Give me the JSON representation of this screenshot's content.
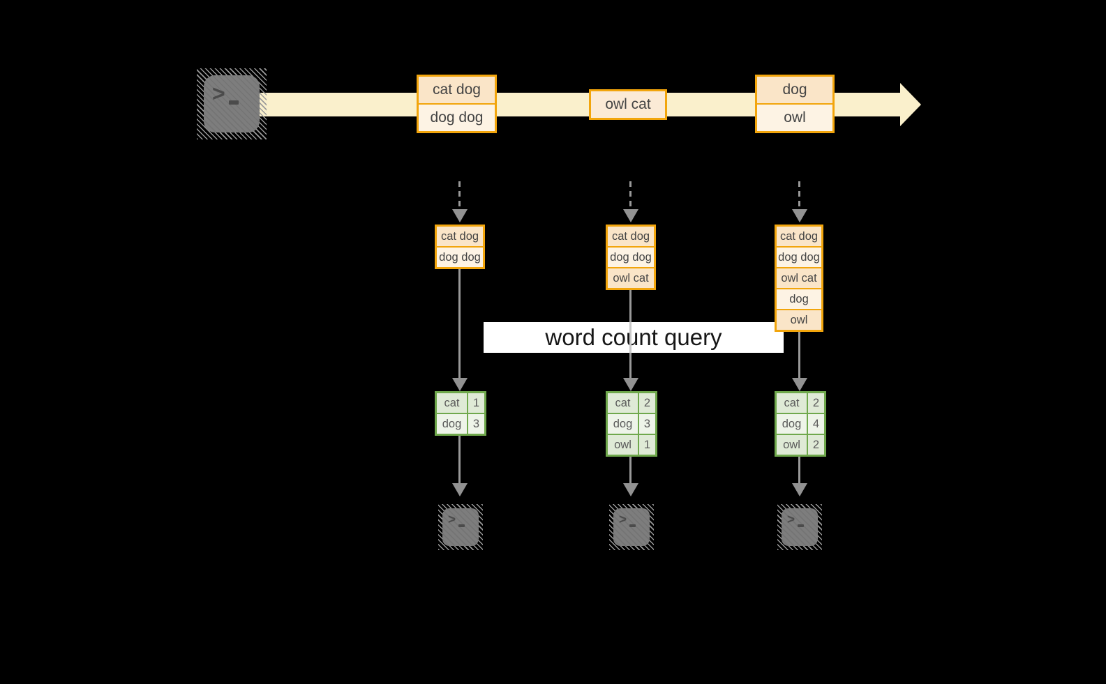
{
  "banner": {
    "label": "word count query"
  },
  "stream": {
    "source_icon": "terminal",
    "prompt": ">",
    "batches": [
      {
        "items": [
          "cat dog",
          "dog dog"
        ]
      },
      {
        "items": [
          "owl cat"
        ]
      },
      {
        "items": [
          "dog",
          "owl"
        ]
      }
    ]
  },
  "workers": [
    {
      "buffer": [
        "cat dog",
        "dog dog"
      ],
      "counts": [
        [
          "cat",
          "1"
        ],
        [
          "dog",
          "3"
        ]
      ]
    },
    {
      "buffer": [
        "cat dog",
        "dog dog",
        "owl cat"
      ],
      "counts": [
        [
          "cat",
          "2"
        ],
        [
          "dog",
          "3"
        ],
        [
          "owl",
          "1"
        ]
      ]
    },
    {
      "buffer": [
        "cat dog",
        "dog dog",
        "owl cat",
        "dog",
        "owl"
      ],
      "counts": [
        [
          "cat",
          "2"
        ],
        [
          "dog",
          "4"
        ],
        [
          "owl",
          "2"
        ]
      ]
    }
  ],
  "colors": {
    "background": "#000000",
    "stream_band": "#faf0cc",
    "amber_border": "#f2a50c",
    "peach_fill": "#fae5c8",
    "cream_fill": "#fdf3e4",
    "green_border": "#6fa84c",
    "green_cell_dark": "#dfead6",
    "green_cell_light": "#eef4e9",
    "connector_gray": "#999999",
    "terminal_gray": "#7d7d7d",
    "banner_bg": "#ffffff"
  }
}
